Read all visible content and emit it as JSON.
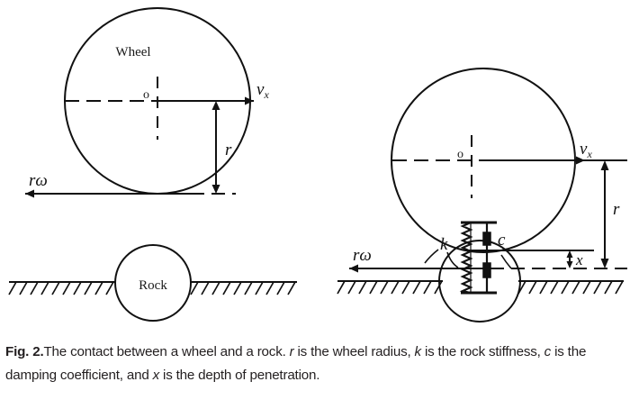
{
  "figure": {
    "id": "Fig. 2.",
    "caption_rest": "The contact between a wheel and a rock. r is the wheel radius, k is the rock stiffness, c is the damping coefficient, and x is the depth of penetration.",
    "caption_parts": {
      "bold_label": "Fig. 2.",
      "text1": "The contact between a wheel and a rock. ",
      "sym_r": "r",
      "text2": " is the wheel radius, ",
      "sym_k": "k",
      "text3": " is the rock ",
      "text4": "stiffness, ",
      "sym_c": "c",
      "text5": " is the damping coefficient, and ",
      "sym_x": "x",
      "text6": " is the depth of penetration."
    }
  },
  "diagram_left": {
    "name": "wheel-rock-contact-geometry",
    "wheel_label": "Wheel",
    "center_label": "o",
    "velocity_label": "v",
    "velocity_sub": "x",
    "tangential_label": "rω",
    "radius_label": "r",
    "rock_label": "Rock"
  },
  "diagram_right": {
    "name": "wheel-rock-contact-spring-damper",
    "center_label": "o",
    "velocity_label": "v",
    "velocity_sub": "x",
    "tangential_label": "rω",
    "radius_label": "r",
    "penetration_label": "x",
    "stiffness_label": "k",
    "damping_label": "c"
  },
  "style": {
    "stroke": "#111111",
    "background": "#ffffff",
    "text": "#231f20"
  }
}
